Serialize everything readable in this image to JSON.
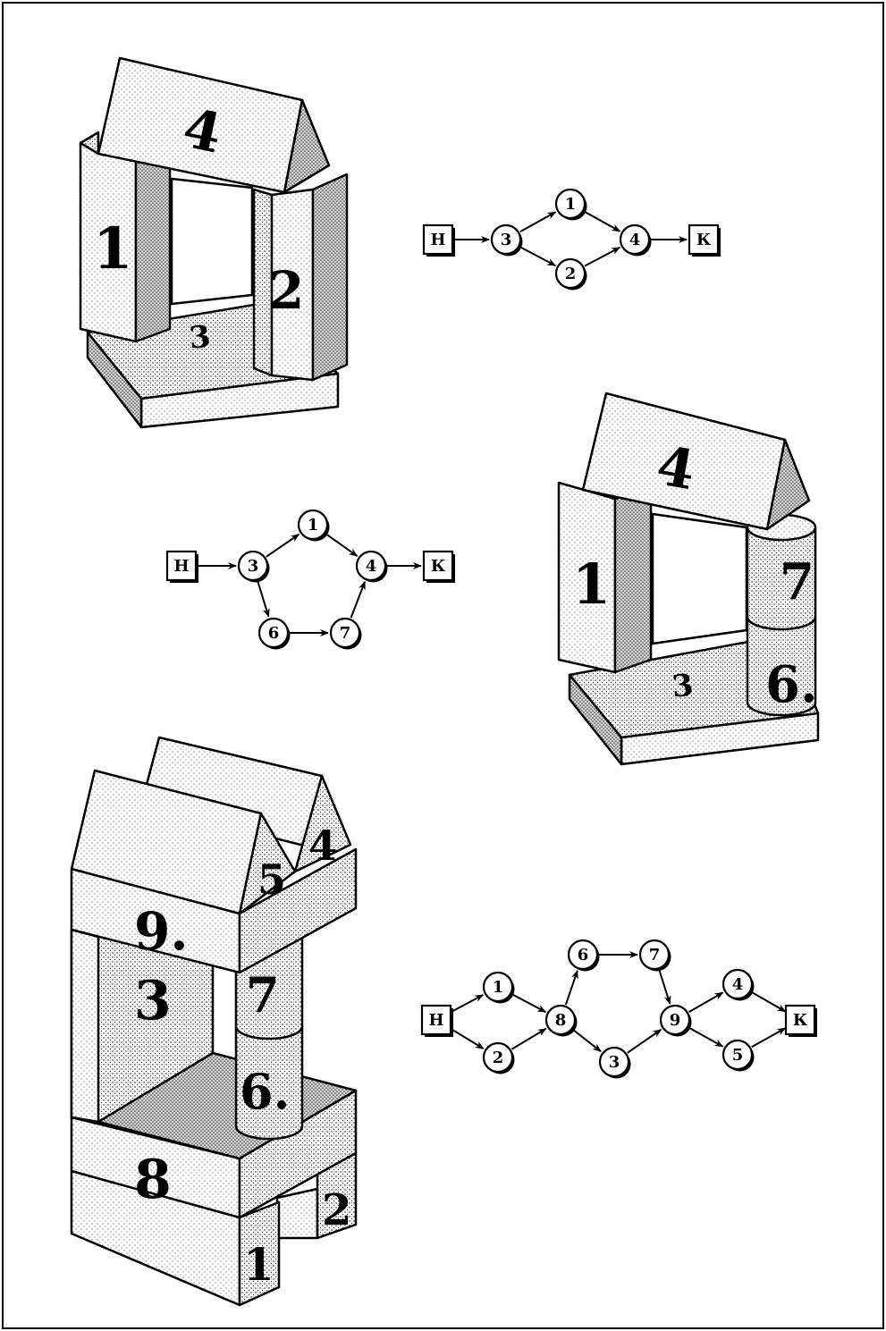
{
  "figures": [
    {
      "id": "house-1",
      "block_labels": {
        "b1": "1",
        "b2": "2",
        "b3": "3",
        "b4": "4"
      },
      "graph": {
        "nodes": [
          {
            "id": "H",
            "label": "Н",
            "shape": "square"
          },
          {
            "id": "3",
            "label": "3",
            "shape": "circle"
          },
          {
            "id": "1",
            "label": "1",
            "shape": "circle"
          },
          {
            "id": "2",
            "label": "2",
            "shape": "circle"
          },
          {
            "id": "4",
            "label": "4",
            "shape": "circle"
          },
          {
            "id": "K",
            "label": "К",
            "shape": "square"
          }
        ],
        "edges": [
          [
            "H",
            "3"
          ],
          [
            "3",
            "1"
          ],
          [
            "3",
            "2"
          ],
          [
            "1",
            "4"
          ],
          [
            "2",
            "4"
          ],
          [
            "4",
            "K"
          ]
        ]
      }
    },
    {
      "id": "house-2",
      "block_labels": {
        "b1": "1",
        "b3": "3",
        "b4": "4",
        "b6": "6.",
        "b7": "7"
      },
      "graph": {
        "nodes": [
          {
            "id": "H",
            "label": "Н",
            "shape": "square"
          },
          {
            "id": "3",
            "label": "3",
            "shape": "circle"
          },
          {
            "id": "1",
            "label": "1",
            "shape": "circle"
          },
          {
            "id": "4",
            "label": "4",
            "shape": "circle"
          },
          {
            "id": "K",
            "label": "К",
            "shape": "square"
          },
          {
            "id": "6",
            "label": "6",
            "shape": "circle"
          },
          {
            "id": "7",
            "label": "7",
            "shape": "circle"
          }
        ],
        "edges": [
          [
            "H",
            "3"
          ],
          [
            "3",
            "1"
          ],
          [
            "1",
            "4"
          ],
          [
            "4",
            "K"
          ],
          [
            "3",
            "6"
          ],
          [
            "6",
            "7"
          ],
          [
            "7",
            "4"
          ]
        ]
      }
    },
    {
      "id": "house-3",
      "block_labels": {
        "b1": "1",
        "b2": "2",
        "b3": "3",
        "b4": "4",
        "b5": "5",
        "b6": "6.",
        "b7": "7",
        "b8": "8",
        "b9": "9."
      },
      "graph": {
        "nodes": [
          {
            "id": "H",
            "label": "Н",
            "shape": "square"
          },
          {
            "id": "1",
            "label": "1",
            "shape": "circle"
          },
          {
            "id": "2",
            "label": "2",
            "shape": "circle"
          },
          {
            "id": "8",
            "label": "8",
            "shape": "circle"
          },
          {
            "id": "6",
            "label": "6",
            "shape": "circle"
          },
          {
            "id": "7",
            "label": "7",
            "shape": "circle"
          },
          {
            "id": "3",
            "label": "3",
            "shape": "circle"
          },
          {
            "id": "9",
            "label": "9",
            "shape": "circle"
          },
          {
            "id": "4",
            "label": "4",
            "shape": "circle"
          },
          {
            "id": "5",
            "label": "5",
            "shape": "circle"
          },
          {
            "id": "K",
            "label": "К",
            "shape": "square"
          }
        ],
        "edges": [
          [
            "H",
            "1"
          ],
          [
            "H",
            "2"
          ],
          [
            "1",
            "8"
          ],
          [
            "2",
            "8"
          ],
          [
            "8",
            "6"
          ],
          [
            "6",
            "7"
          ],
          [
            "7",
            "9"
          ],
          [
            "8",
            "3"
          ],
          [
            "3",
            "9"
          ],
          [
            "9",
            "4"
          ],
          [
            "9",
            "5"
          ],
          [
            "4",
            "K"
          ],
          [
            "5",
            "K"
          ]
        ]
      }
    }
  ]
}
